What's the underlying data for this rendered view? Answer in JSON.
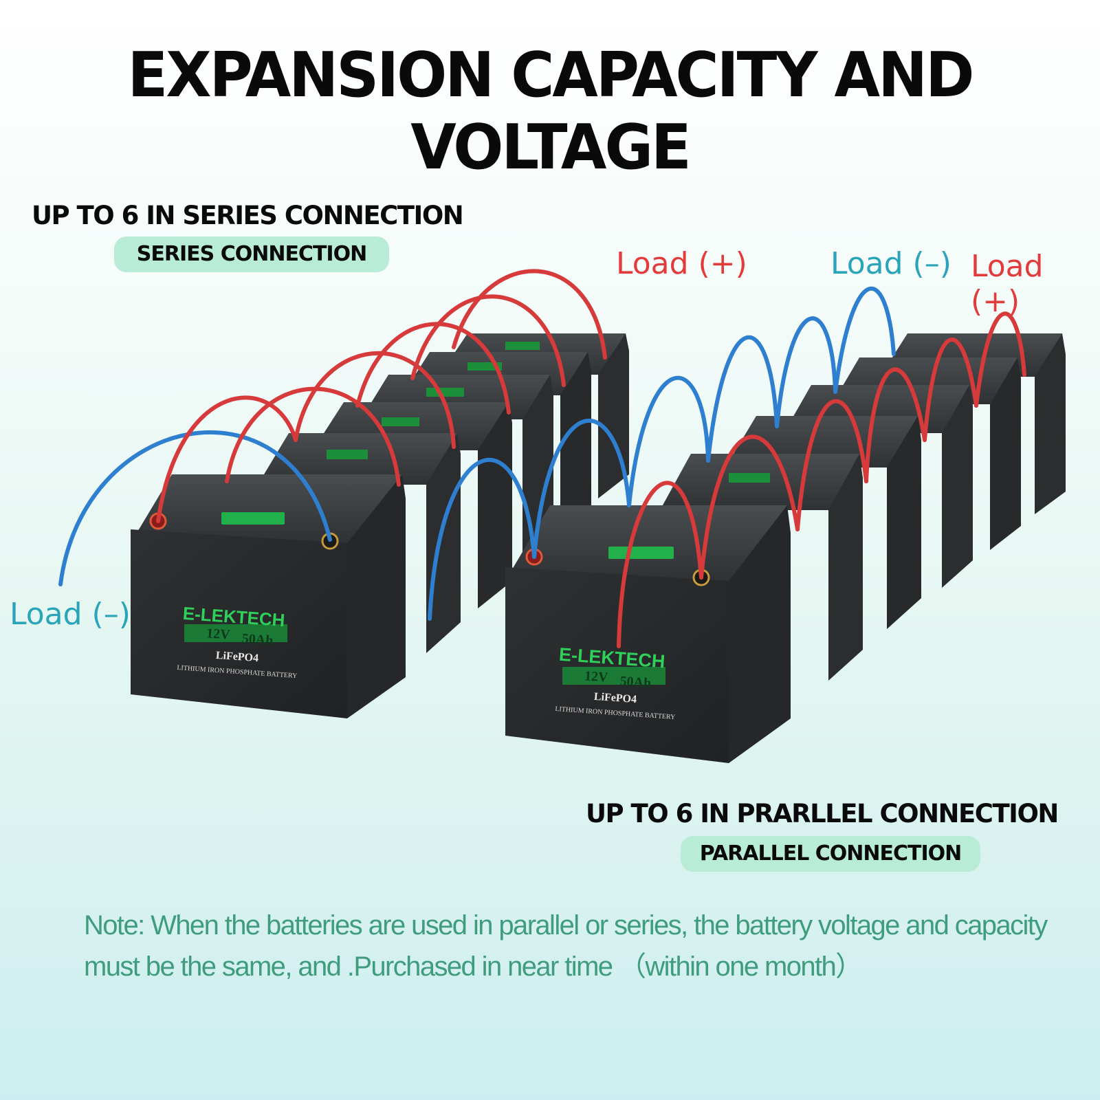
{
  "title": "EXPANSION CAPACITY AND VOLTAGE",
  "series": {
    "heading": "UP TO 6 IN SERIES CONNECTION",
    "pill": "SERIES CONNECTION",
    "load_neg": "Load (–)",
    "load_pos": "Load (+)"
  },
  "parallel": {
    "heading": "UP TO 6 IN PRARLLEL CONNECTION",
    "pill": "PARALLEL CONNECTION",
    "load_neg": "Load (–)",
    "load_pos": "Load (+)"
  },
  "battery_label": {
    "brand": "E-LEKTECH",
    "voltage": "12V",
    "capacity": "50Ah",
    "chemistry": "LiFePO4",
    "description": "LITHIUM IRON PHOSPHATE BATTERY"
  },
  "note": "Note: When the batteries are used in parallel or series, the battery voltage and capacity must be the same, and .Purchased in near time （within one month）",
  "colors": {
    "wire_positive": "#d63a3a",
    "wire_negative": "#2f7fd0",
    "battery_body": "#2a2c2e",
    "pill_bg": "#b9ecd6",
    "note_text": "#3f9c7d"
  }
}
